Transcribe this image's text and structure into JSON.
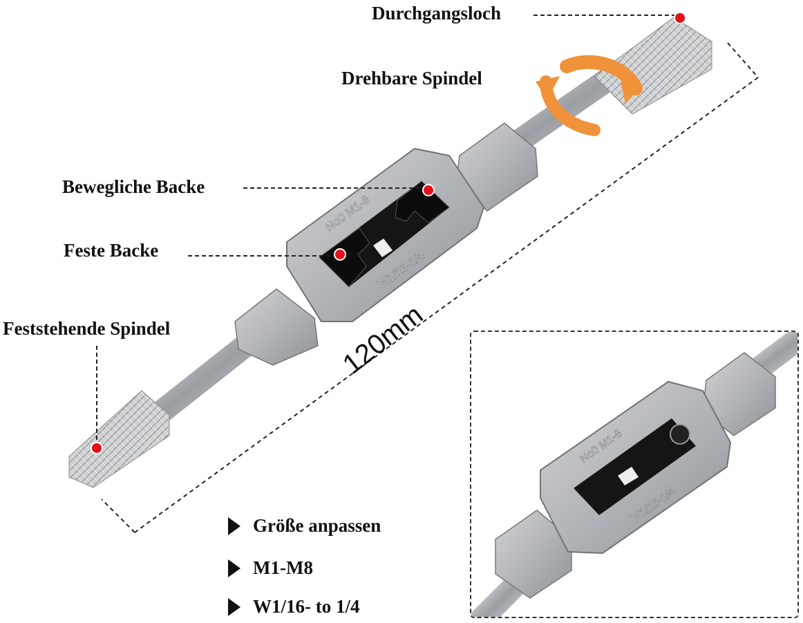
{
  "labels": {
    "durchgangsloch": "Durchgangsloch",
    "drehbare_spindel": "Drehbare Spindel",
    "bewegliche_backe": "Bewegliche Backe",
    "feste_backe": "Feste Backe",
    "feststehende_spindel": "Feststehende Spindel"
  },
  "dimension": "120mm",
  "engraving": {
    "top": "No0 M1-8",
    "bottom": "W1/16-1/4"
  },
  "features": [
    "Größe anpassen",
    "M1-M8",
    "W1/16- to 1/4"
  ],
  "colors": {
    "metal": "#b9bcc0",
    "metal_dark": "#8e9296",
    "jaw": "#151515",
    "marker": "#e3101a",
    "arrow": "#f0923a"
  },
  "icons": [
    "rotation-arrow-icon",
    "marker-dot-icon",
    "bullet-triangle-icon"
  ]
}
